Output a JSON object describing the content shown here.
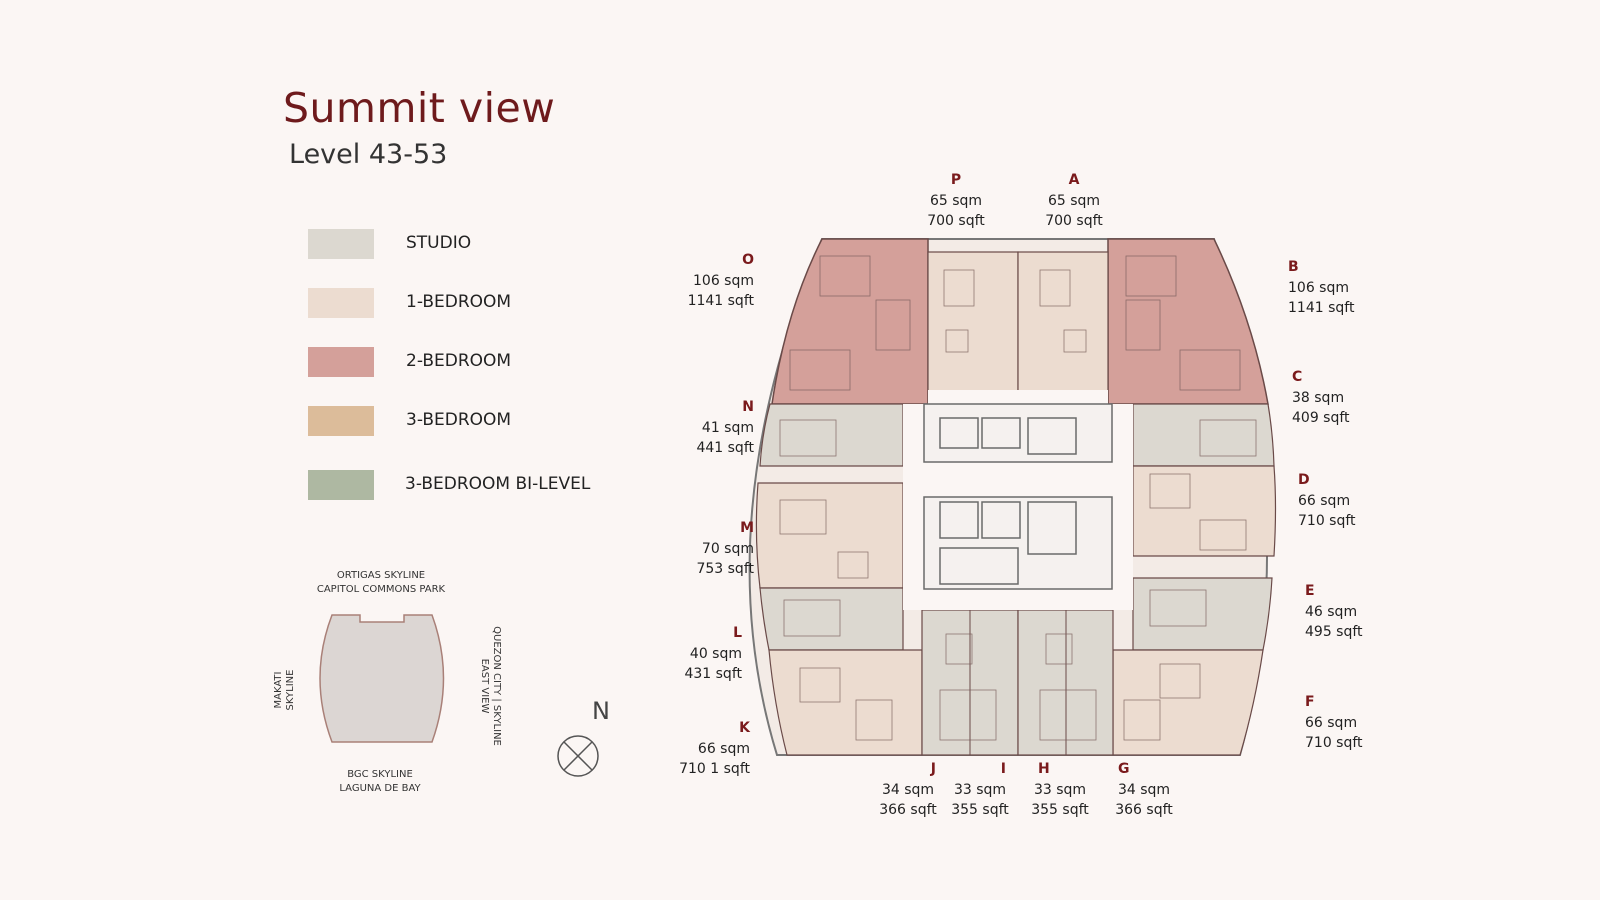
{
  "title": "Summit view",
  "subtitle": "Level 43-53",
  "colors": {
    "title": "#6e1a1c",
    "background": "#fbf6f4",
    "studio": "#dcd8d0",
    "one_bedroom": "#ecdcd0",
    "two_bedroom": "#d4a09a",
    "three_bedroom": "#dcbc9a",
    "bi_level": "#aeb8a2"
  },
  "legend": [
    {
      "label": "STUDIO",
      "color": "#dcd8d0"
    },
    {
      "label": "1-BEDROOM",
      "color": "#ecdcd0"
    },
    {
      "label": "2-BEDROOM",
      "color": "#d4a09a"
    },
    {
      "label": "3-BEDROOM",
      "color": "#dcbc9a"
    },
    {
      "label": "3-BEDROOM BI-LEVEL",
      "color": "#aeb8a2"
    }
  ],
  "views": {
    "top_line1": "ORTIGAS SKYLINE",
    "top_line2": "CAPITOL COMMONS PARK",
    "bottom_line1": "BGC SKYLINE",
    "bottom_line2": "LAGUNA DE BAY",
    "left_line1": "MAKATI",
    "left_line2": "SKYLINE",
    "right_line1": "QUEZON CITY | SKYLINE",
    "right_line2": "EAST VIEW"
  },
  "compass": {
    "letter": "N"
  },
  "units": [
    {
      "letter": "P",
      "sqm": "65 sqm",
      "sqft": "700 sqft"
    },
    {
      "letter": "A",
      "sqm": "65 sqm",
      "sqft": "700 sqft"
    },
    {
      "letter": "O",
      "sqm": "106 sqm",
      "sqft": "1141 sqft"
    },
    {
      "letter": "B",
      "sqm": "106 sqm",
      "sqft": "1141 sqft"
    },
    {
      "letter": "N",
      "sqm": "41 sqm",
      "sqft": "441 sqft"
    },
    {
      "letter": "C",
      "sqm": "38 sqm",
      "sqft": "409 sqft"
    },
    {
      "letter": "M",
      "sqm": "70 sqm",
      "sqft": "753 sqft"
    },
    {
      "letter": "D",
      "sqm": "66 sqm",
      "sqft": "710 sqft"
    },
    {
      "letter": "L",
      "sqm": "40 sqm",
      "sqft": "431 sqft"
    },
    {
      "letter": "E",
      "sqm": "46 sqm",
      "sqft": "495 sqft"
    },
    {
      "letter": "K",
      "sqm": "66 sqm",
      "sqft": "710 1 sqft"
    },
    {
      "letter": "F",
      "sqm": "66 sqm",
      "sqft": "710 sqft"
    },
    {
      "letter": "J",
      "sqm": "34 sqm",
      "sqft": "366 sqft"
    },
    {
      "letter": "I",
      "sqm": "33 sqm",
      "sqft": "355 sqft"
    },
    {
      "letter": "H",
      "sqm": "33 sqm",
      "sqft": "355 sqft"
    },
    {
      "letter": "G",
      "sqm": "34 sqm",
      "sqft": "366 sqft"
    }
  ]
}
